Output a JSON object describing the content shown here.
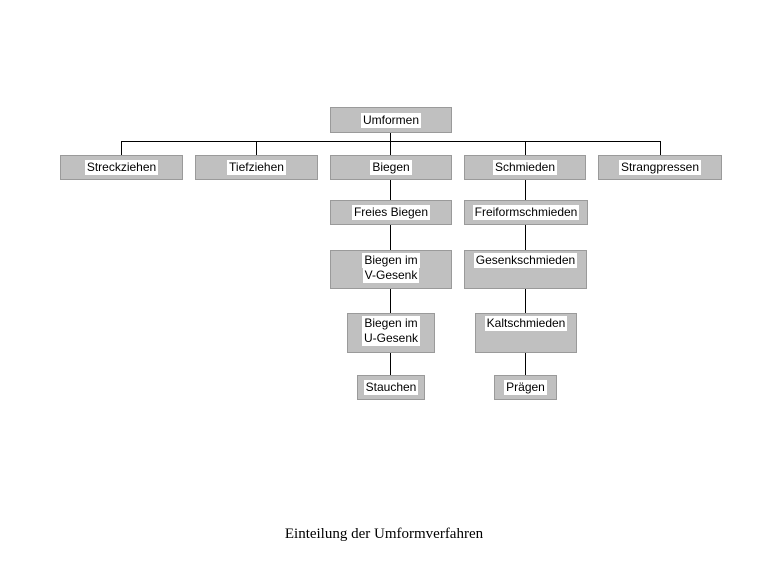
{
  "diagram": {
    "caption": "Einteilung der Umformverfahren",
    "colors": {
      "box_fill": "#c0c0c0",
      "box_border": "#9a9a9a",
      "label_bg": "#ffffff",
      "text": "#000000",
      "connector": "#000000",
      "page_bg": "#ffffff"
    },
    "root": {
      "label": "Umformen"
    },
    "branches": [
      {
        "label": "Streckziehen",
        "children": []
      },
      {
        "label": "Tiefziehen",
        "children": []
      },
      {
        "label": "Biegen",
        "children": [
          {
            "label": "Freies Biegen"
          },
          {
            "label_line1": "Biegen im",
            "label_line2": "V-Gesenk"
          },
          {
            "label_line1": "Biegen im",
            "label_line2": "U-Gesenk"
          },
          {
            "label": "Stauchen"
          }
        ]
      },
      {
        "label": "Schmieden",
        "children": [
          {
            "label": "Freiformschmieden"
          },
          {
            "label": "Gesenkschmieden"
          },
          {
            "label": "Kaltschmieden"
          },
          {
            "label": "Prägen"
          }
        ]
      },
      {
        "label": "Strangpressen",
        "children": []
      }
    ]
  }
}
